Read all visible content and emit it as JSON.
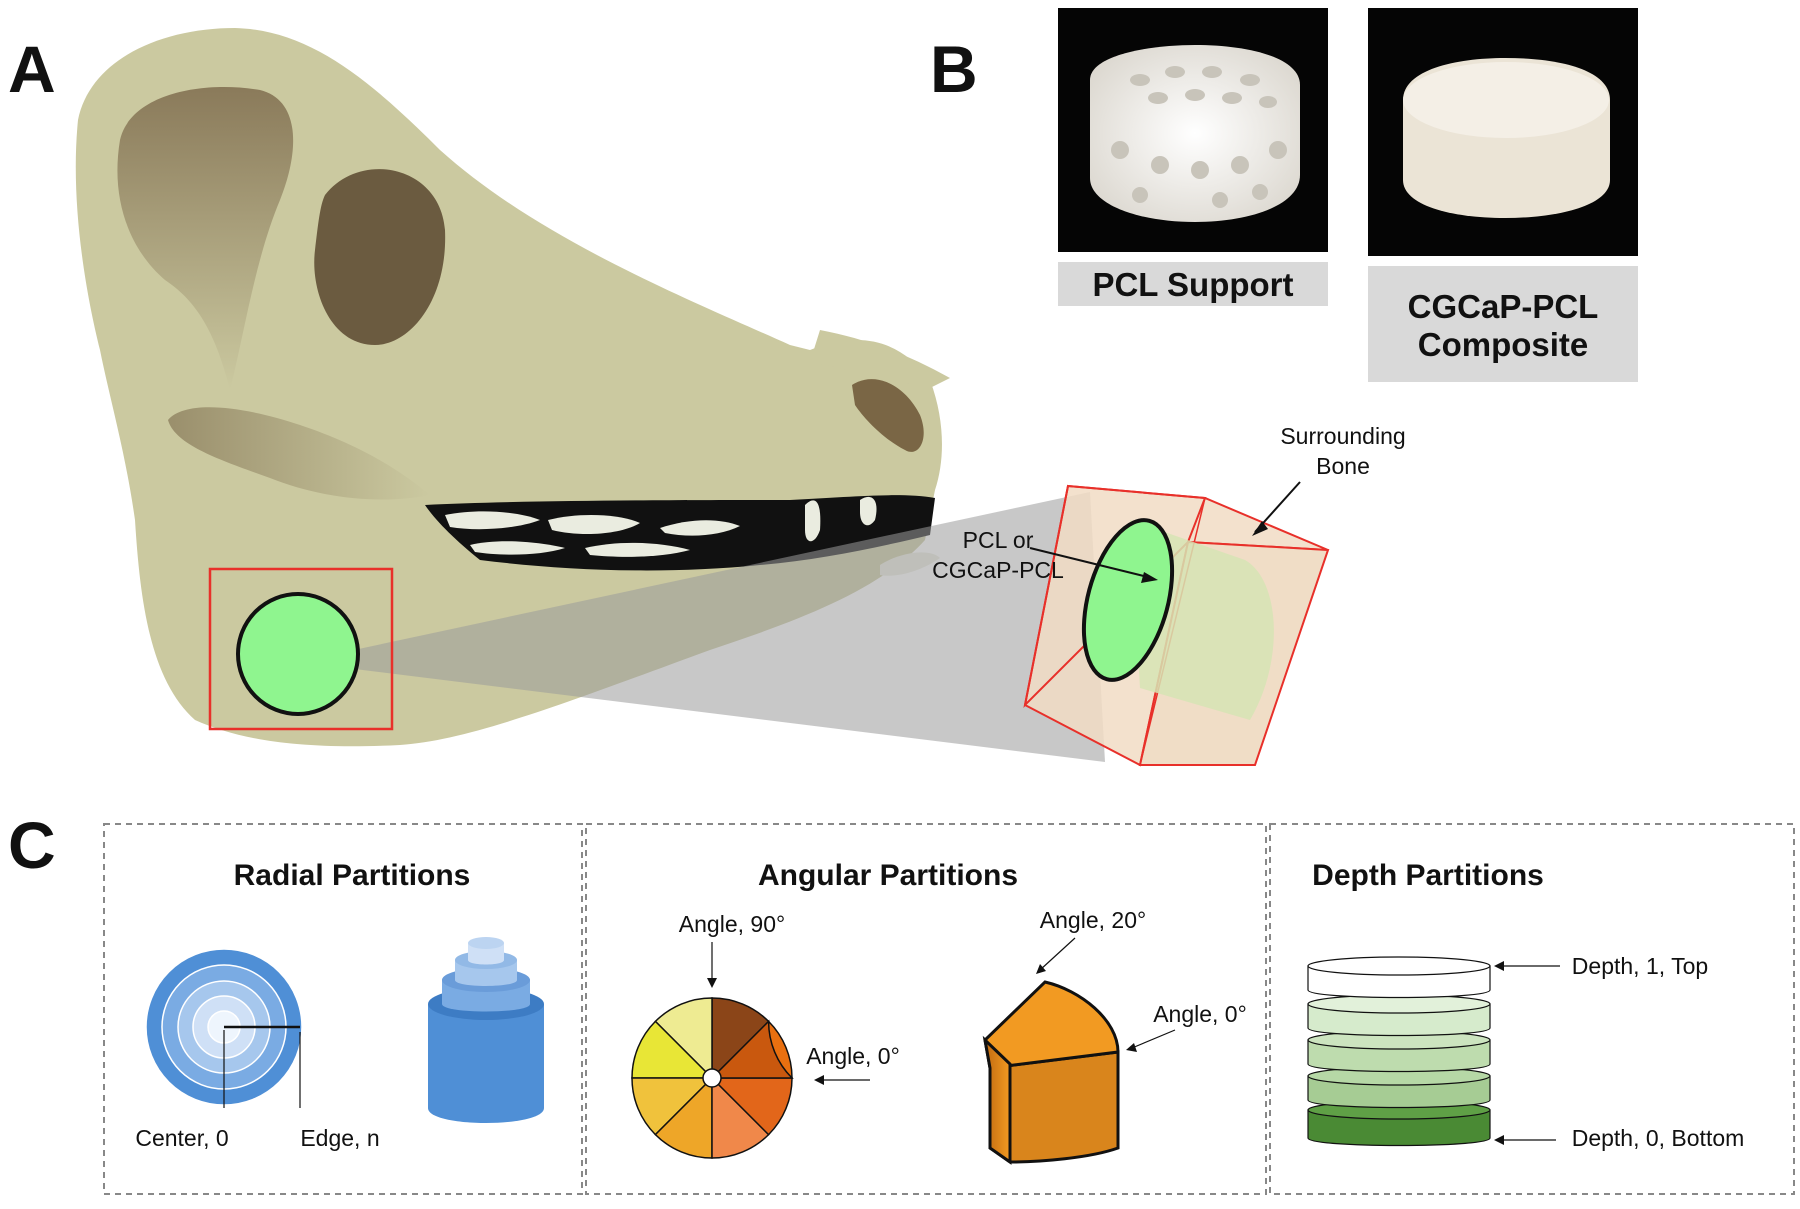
{
  "panels": {
    "a": "A",
    "b": "B",
    "c": "C"
  },
  "panel_b": {
    "pcl_caption": "PCL Support",
    "composite_caption_line1": "CGCaP-PCL",
    "composite_caption_line2": "Composite"
  },
  "panel_a": {
    "surrounding_line1": "Surrounding",
    "surrounding_line2": "Bone",
    "implant_line1": "PCL or",
    "implant_line2": "CGCaP-PCL"
  },
  "panel_c": {
    "radial": {
      "title": "Radial Partitions",
      "center": "Center, 0",
      "edge": "Edge, n"
    },
    "angular": {
      "title": "Angular Partitions",
      "angle90": "Angle, 90°",
      "angle0_pie": "Angle, 0°",
      "angle20": "Angle, 20°",
      "angle0_wedge": "Angle, 0°"
    },
    "depth": {
      "title": "Depth Partitions",
      "top": "Depth, 1, Top",
      "bottom": "Depth, 0, Bottom"
    }
  },
  "colors": {
    "skull": "#cbc9a0",
    "orbit": "#6b5b40",
    "implant": "#8ff58f",
    "highlight_box": "#e8302a",
    "radial_blue": "#4f8fd6",
    "depth_green": "#4a8a34"
  }
}
